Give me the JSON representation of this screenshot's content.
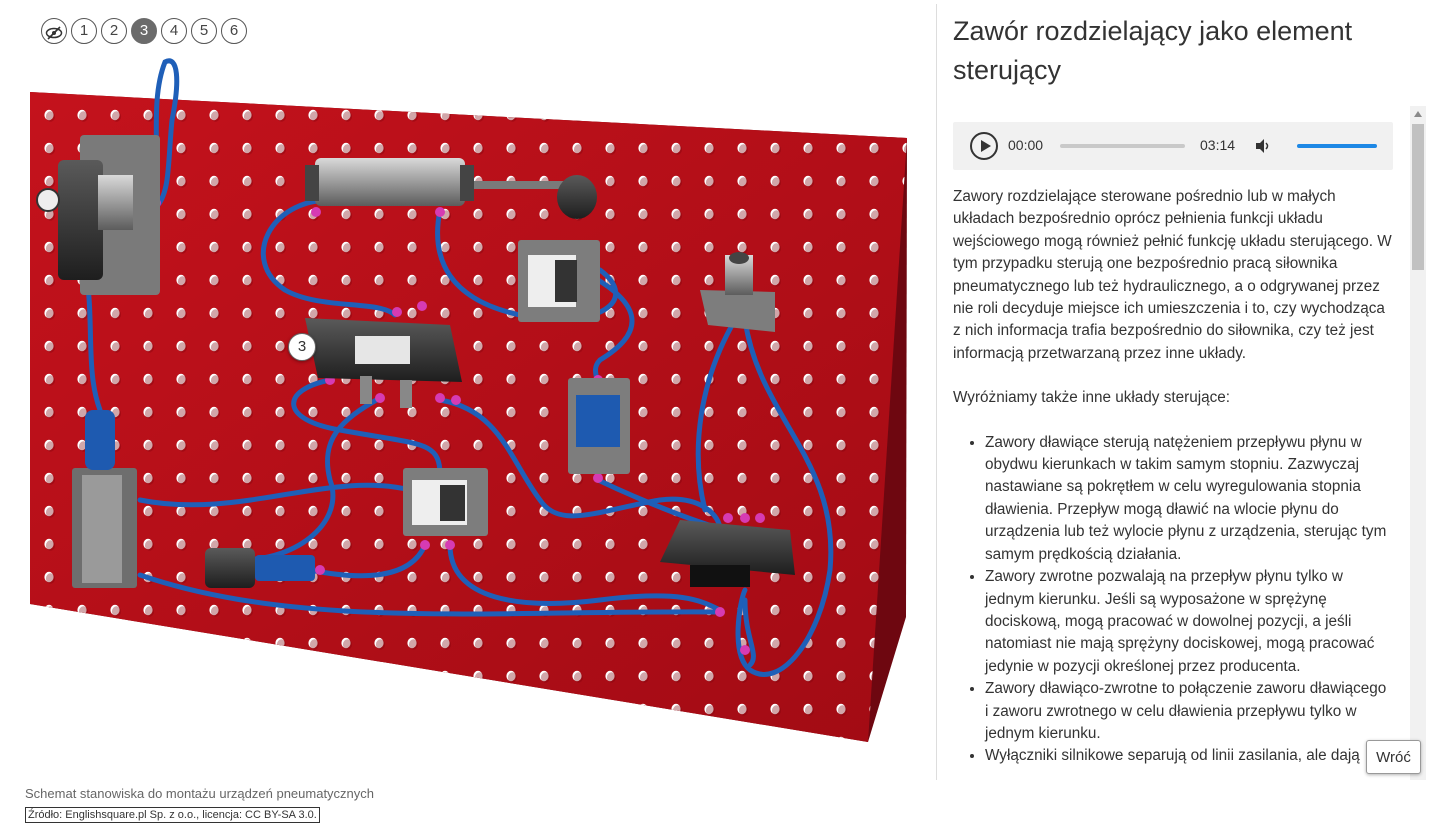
{
  "step_nav": {
    "hide_icon": "eye-slash-icon",
    "steps": [
      "1",
      "2",
      "3",
      "4",
      "5",
      "6"
    ],
    "active_step": "3"
  },
  "board": {
    "hotspot_label": "3",
    "colors": {
      "board": "#b5101a",
      "tube": "#1f5fb8",
      "fitting": "#d63bb3"
    }
  },
  "caption": "Schemat stanowiska do montażu urządzeń pneumatycznych",
  "source": "Źródło: Englishsquare.pl Sp. z o.o., licencja: CC BY-SA 3.0.",
  "panel": {
    "title": "Zawór rozdzielający jako element sterujący",
    "audio": {
      "current_time": "00:00",
      "duration": "03:14",
      "play_icon": "play-icon",
      "volume_icon": "volume-icon"
    },
    "intro": "Zawory rozdzielające sterowane pośrednio lub w małych układach bezpośrednio oprócz pełnienia funkcji układu wejściowego mogą również pełnić funkcję układu sterującego. W tym przypadku sterują one bezpośrednio pracą siłownika pneumatycznego lub też hydraulicznego, a o odgrywanej przez nie roli decyduje miejsce ich umieszczenia i to, czy wychodząca z nich informacja trafia bezpośrednio do siłownika, czy też jest informacją przetwarzaną przez inne układy.",
    "subheading": "Wyróżniamy także inne układy sterujące:",
    "items": [
      "Zawory dławiące sterują natężeniem przepływu płynu w obydwu kierunkach w takim samym stopniu. Zazwyczaj nastawiane są pokrętłem w celu wyregulowania stopnia dławienia. Przepływ mogą dławić na wlocie płynu do urządzenia lub też wylocie płynu z urządzenia, sterując tym samym prędkością działania.",
      "Zawory zwrotne pozwalają na przepływ płynu tylko w jednym kierunku. Jeśli są wyposażone w sprężynę dociskową, mogą pracować w dowolnej pozycji, a jeśli natomiast nie mają sprężyny dociskowej, mogą pracować jedynie w pozycji określonej przez producenta.",
      "Zawory dławiąco-zwrotne to połączenie zaworu dławiącego i zaworu zwrotnego w celu dławienia przepływu tylko w jednym kierunku.",
      "Wyłączniki silnikowe separują od linii zasilania, ale dają"
    ],
    "back_label": "Wróć"
  }
}
